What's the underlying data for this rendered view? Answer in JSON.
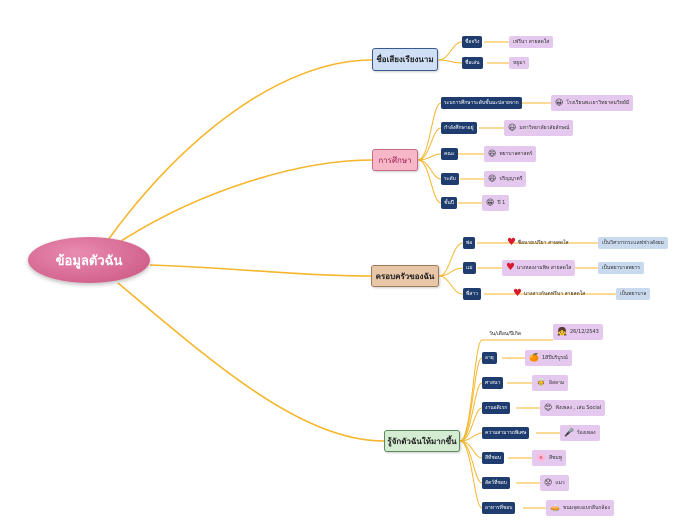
{
  "center": "ข้อมูลตัวฉัน",
  "topics": {
    "name": "ชื่อเสียงเรียงนาม",
    "education": "การศึกษา",
    "family": "ครอบครัวของฉัน",
    "about": "รู้จักตัวฉันให้มากขึ้น"
  },
  "name_items": [
    {
      "label": "ชื่อจริง",
      "value": "เฟรีนา สายสดใส"
    },
    {
      "label": "ชื่อเล่น",
      "value": "หยูมา"
    }
  ],
  "education_items": [
    {
      "label": "ระบการศึกษาระดับชั้นมะปลายจาก",
      "icon": "grinning-face-icon",
      "emoji": "😀",
      "value": "โรงเรียนพะเยาวิทยาคมวิทย์มี"
    },
    {
      "label": "กำลังศึกษาอยู่",
      "icon": "grinning-face-icon",
      "emoji": "😃",
      "value": "มหาวิทยาลัยวลัยลักษณ์"
    },
    {
      "label": "คณะ",
      "icon": "smiling-face-icon",
      "emoji": "😄",
      "value": "พยาบาลศาสตร์"
    },
    {
      "label": "ระดับ",
      "icon": "squinting-face-icon",
      "emoji": "😆",
      "value": "ปริญญาตรี"
    },
    {
      "label": "ชั้นปี",
      "icon": "grinning-face-icon",
      "emoji": "😁",
      "value": "ปี 1"
    }
  ],
  "family_items": [
    {
      "label": "พ่อ",
      "name": "ชื่อนายเปรียา สายสดใส",
      "occupation": "เป็นวิศวกรกระเเลฟช่างดังผม"
    },
    {
      "label": "แม่",
      "name": "นางหลงงามพิษ สายสดใส",
      "occupation": "เป็นพยาบาลพยาร"
    },
    {
      "label": "พี่สาว",
      "name": "นางสาวกันตฟรีนา สายสดใส",
      "occupation": "เป็นพยาบาล"
    }
  ],
  "about_items": [
    {
      "label": "วัน/เดือน/ปีเกิด",
      "plain": true,
      "icon": "girl-icon",
      "emoji": "👧",
      "value": "26/12/2543"
    },
    {
      "label": "อายุ",
      "icon": "orange-face-icon",
      "emoji": "🍊",
      "value": "18ปีบริบูรณ์"
    },
    {
      "label": "ศาสนา",
      "icon": "turban-icon",
      "emoji": "👳",
      "value": "อิสลาม"
    },
    {
      "label": "งานอดิเรก",
      "icon": "heart-eyes-icon",
      "emoji": "😍",
      "value": "ฟังเพลง , เล่น Social"
    },
    {
      "label": "ความสามารถพิเศษ",
      "icon": "microphone-icon",
      "emoji": "🎤",
      "value": "ร้องเพลง"
    },
    {
      "label": "สีที่ชอบ",
      "icon": "flower-icon",
      "emoji": "🌸",
      "value": "สีชมพู"
    },
    {
      "label": "สัตว์ที่ชอบ",
      "icon": "worried-face-icon",
      "emoji": "😟",
      "value": "แมว"
    },
    {
      "label": "อาหารที่ชอบ",
      "icon": "pie-icon",
      "emoji": "🥧",
      "value": "ขนมจุดเอเบกลีนกล้อง"
    }
  ],
  "colors": {
    "link": "#f5b62c",
    "center": "#d76b98",
    "label_bg": "#1f3c6e",
    "value_bg": "#e4c8ee",
    "occupation_bg": "#c9d9ee",
    "heart": "#d61b2b"
  }
}
